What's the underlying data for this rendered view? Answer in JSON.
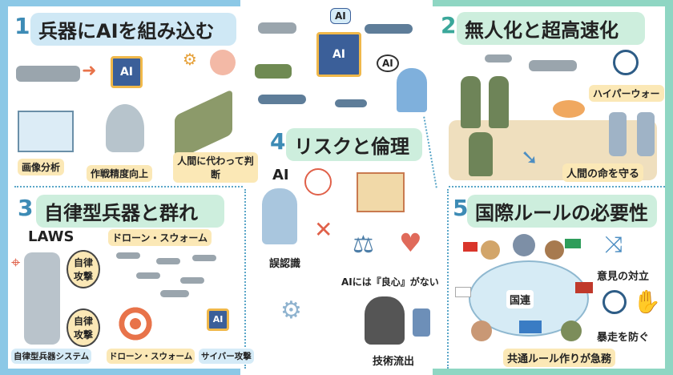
{
  "sections": [
    {
      "number": "1",
      "title": "兵器にAIを組み込む",
      "labels": [
        "画像分析",
        "作戦精度向上",
        "人間に代わって判断"
      ]
    },
    {
      "number": "2",
      "title": "無人化と超高速化",
      "labels": [
        "ハイパーウォー",
        "人間の命を守る"
      ]
    },
    {
      "number": "3",
      "title": "自律型兵器と群れ",
      "laws": "LAWS",
      "swarm_top": "ドローン・スウォーム",
      "bubbles": [
        "自律攻撃",
        "自律攻撃"
      ],
      "labels": [
        "自律型兵器システム",
        "ドローン・スウォーム",
        "サイバー攻撃"
      ]
    },
    {
      "number": "4",
      "title": "リスクと倫理",
      "ai": "AI",
      "labels": [
        "誤認識",
        "AIには『良心』がない",
        "技術流出"
      ]
    },
    {
      "number": "5",
      "title": "国際ルールの必要性",
      "un": "国連",
      "labels": [
        "意見の対立",
        "暴走を防ぐ",
        "共通ルール作りが急務"
      ]
    }
  ],
  "center": {
    "chip": "AI",
    "bubble": "AI",
    "top_tag": "AI"
  },
  "colors": {
    "blue_frame": "#8cc8e6",
    "teal_frame": "#8fd6c3",
    "label_yellow": "#fbe8b6"
  }
}
